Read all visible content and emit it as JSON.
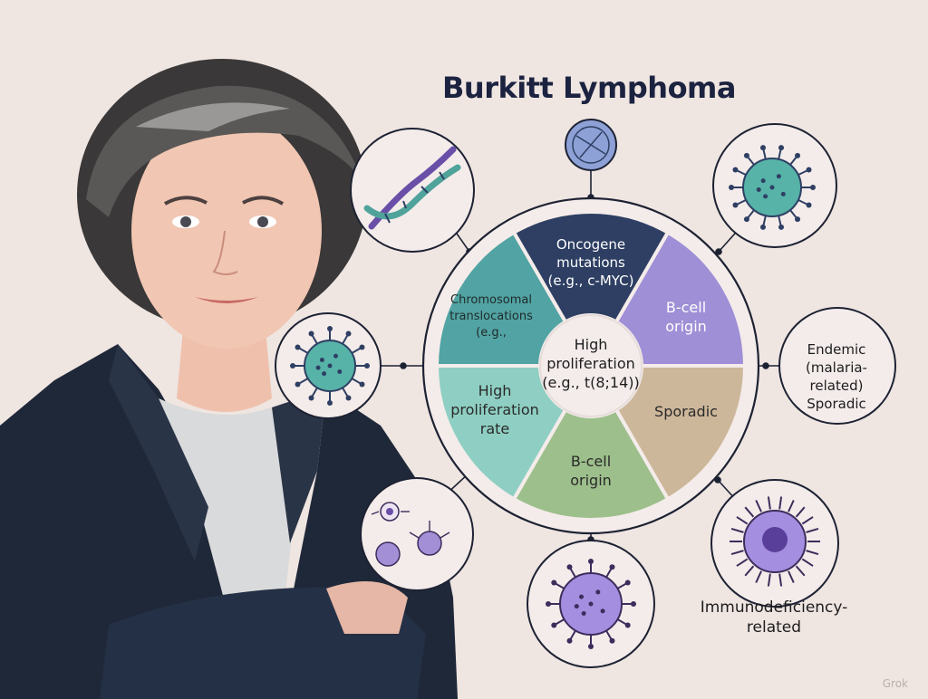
{
  "title": "Burkitt Lymphoma",
  "wheel": {
    "center_lines": [
      "High",
      "proliferation",
      "(e.g., t(8;14))"
    ],
    "segments": [
      {
        "lines": [
          "Oncogene",
          "mutations",
          "(e.g., c-MYC)"
        ],
        "color": "#2e3f63",
        "text_color": "#ffffff"
      },
      {
        "lines": [
          "B-cell",
          "origin"
        ],
        "color": "#9f8fd6",
        "text_color": "#ffffff"
      },
      {
        "lines": [
          "Sporadic"
        ],
        "color": "#cdb79a",
        "text_color": "#2a2a2a"
      },
      {
        "lines": [
          "B-cell",
          "origin"
        ],
        "color": "#9dbf8c",
        "text_color": "#2a2a2a"
      },
      {
        "lines": [
          "High",
          "proliferation",
          "rate"
        ],
        "color": "#8fcfc3",
        "text_color": "#2a2a2a"
      },
      {
        "lines": [
          "Chromosomal",
          "translocations",
          "(e.g.,"
        ],
        "color": "#52a3a3",
        "text_color": "#1e2a2a"
      }
    ]
  },
  "satellites": [
    {
      "name": "dna-helix-icon"
    },
    {
      "name": "cell-cross-section-icon"
    },
    {
      "name": "teal-virus-icon-top-right"
    },
    {
      "name": "teal-virus-icon-left"
    },
    {
      "name": "endemic-text-circle"
    },
    {
      "name": "small-cells-icon"
    },
    {
      "name": "purple-virus-icon"
    },
    {
      "name": "lymphocyte-icon"
    }
  ],
  "captions": {
    "endemic": [
      "Endemic",
      "(malaria-related)",
      "Sporadic"
    ],
    "immuno": [
      "Immunodeficiency-",
      "related"
    ]
  },
  "watermark": "Grok",
  "colors": {
    "background": "#efe5e1",
    "navy": "#2e3f63",
    "teal": "#52a3a3",
    "purple": "#9f8fd6",
    "green": "#9dbf8c",
    "tan": "#cdb79a",
    "outline": "#1d2233"
  }
}
